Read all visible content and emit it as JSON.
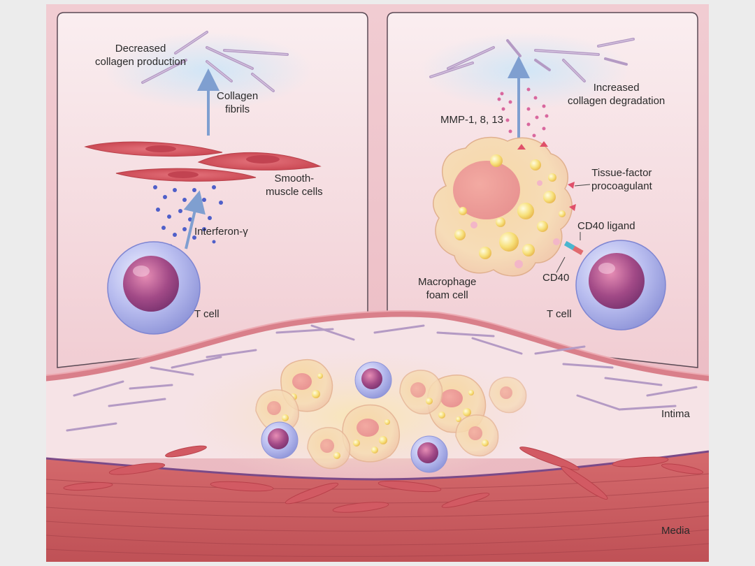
{
  "labels": {
    "decreased_collagen": "Decreased\ncollagen production",
    "collagen_fibrils": "Collagen\nfibrils",
    "smooth_muscle": "Smooth-\nmuscle cells",
    "interferon": "Interferon-γ",
    "t_cell_left": "T cell",
    "mmp": "MMP-1, 8, 13",
    "increased_degradation": "Increased\ncollagen degradation",
    "tissue_factor": "Tissue-factor\nprocoagulant",
    "cd40_ligand": "CD40 ligand",
    "cd40": "CD40",
    "macrophage": "Macrophage\nfoam cell",
    "t_cell_right": "T cell",
    "intima": "Intima",
    "media": "Media"
  },
  "colors": {
    "background": "#f3d3d8",
    "panel": "#f8dfe3",
    "smooth_muscle": "#d85562",
    "t_cell": "#b4b8ea",
    "foam_cell": "#f6d09a",
    "collagen": "#b49ac4",
    "arrow": "#7f9fd0",
    "media": "#c7585e"
  }
}
